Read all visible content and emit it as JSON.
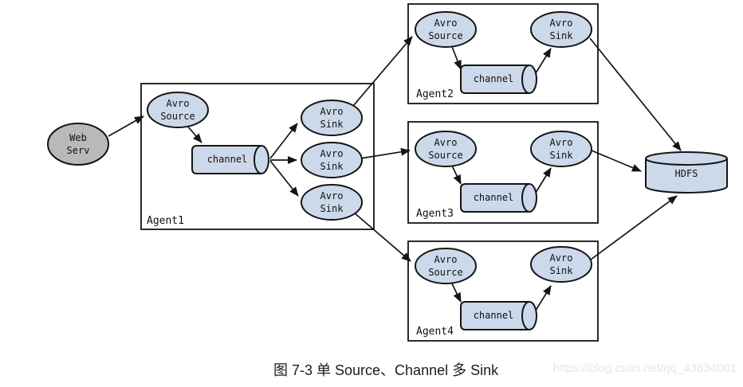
{
  "diagram": {
    "nodes": {
      "web_serv": "Web\nServ",
      "avro_source": "Avro\nSource",
      "avro_sink": "Avro\nSink",
      "channel": "channel",
      "hdfs": "HDFS"
    },
    "agents": {
      "agent1": "Agent1",
      "agent2": "Agent2",
      "agent3": "Agent3",
      "agent4": "Agent4"
    },
    "colors": {
      "node_fill": "#ccd9ea",
      "web_serv_fill": "#b9b9b9",
      "stroke": "#141414",
      "background": "#ffffff"
    }
  },
  "caption": "图 7-3  单 Source、Channel 多 Sink",
  "watermark": "https://blog.csdn.net/qq_43634001"
}
